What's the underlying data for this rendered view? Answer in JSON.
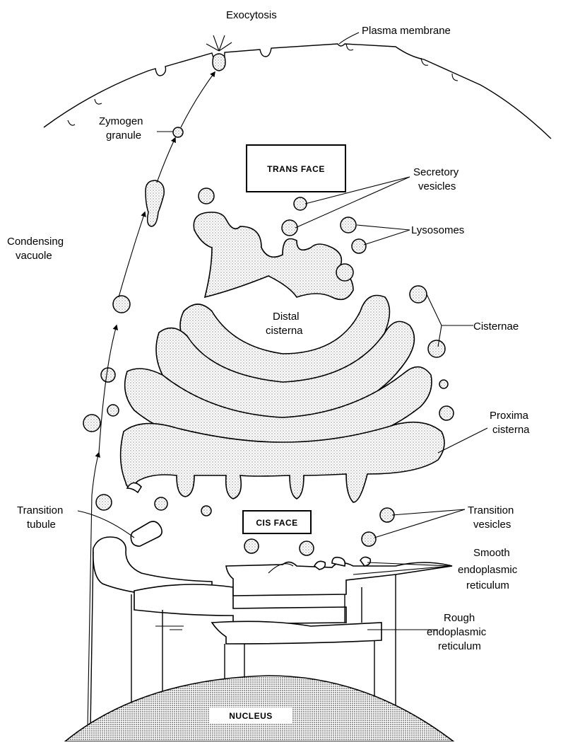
{
  "labels": {
    "exocytosis": "Exocytosis",
    "plasma_membrane": "Plasma membrane",
    "zymogen_1": "Zymogen",
    "zymogen_2": "granule",
    "secretory_1": "Secretory",
    "secretory_2": "vesicles",
    "lysosomes": "Lysosomes",
    "condensing_1": "Condensing",
    "condensing_2": "vacuole",
    "distal_1": "Distal",
    "distal_2": "cisterna",
    "cisternae": "Cisternae",
    "proximal_1": "Proxima",
    "proximal_2": "cisterna",
    "transition_tubule_1": "Transition",
    "transition_tubule_2": "tubule",
    "transition_vesicles_1": "Transition",
    "transition_vesicles_2": "vesicles",
    "smooth_er_1": "Smooth",
    "smooth_er_2": "endoplasmic",
    "smooth_er_3": "reticulum",
    "rough_er_1": "Rough",
    "rough_er_2": "endoplasmic",
    "rough_er_3": "reticulum"
  },
  "boxes": {
    "trans_face": "TRANS FACE",
    "cis_face": "CIS FACE",
    "nucleus": "NUCLEUS"
  }
}
